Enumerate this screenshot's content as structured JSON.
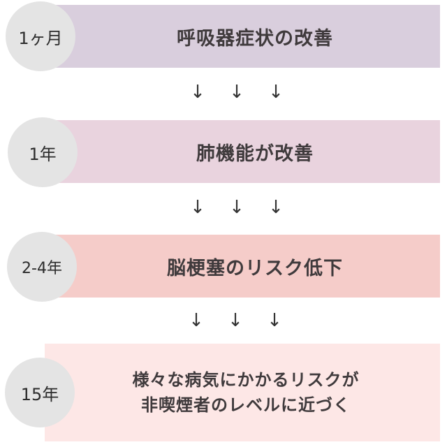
{
  "steps": [
    {
      "period": "1ヶ月",
      "text": "呼吸器症状の改善"
    },
    {
      "period": "1年",
      "text": "肺機能が改善"
    },
    {
      "period": "2-4年",
      "text": "脳梗塞のリスク低下"
    },
    {
      "period": "15年",
      "text": "様々な病気にかかるリスクが\n非喫煙者のレベルに近づく"
    }
  ],
  "arrow_glyph": "↓",
  "colors": {
    "band_1": "#d9cedd",
    "band_2": "#e9d3de",
    "band_3": "#f5ccc9",
    "band_4": "#fde7e6",
    "circle": "#e4e4e4",
    "text": "#3f3a3c"
  }
}
